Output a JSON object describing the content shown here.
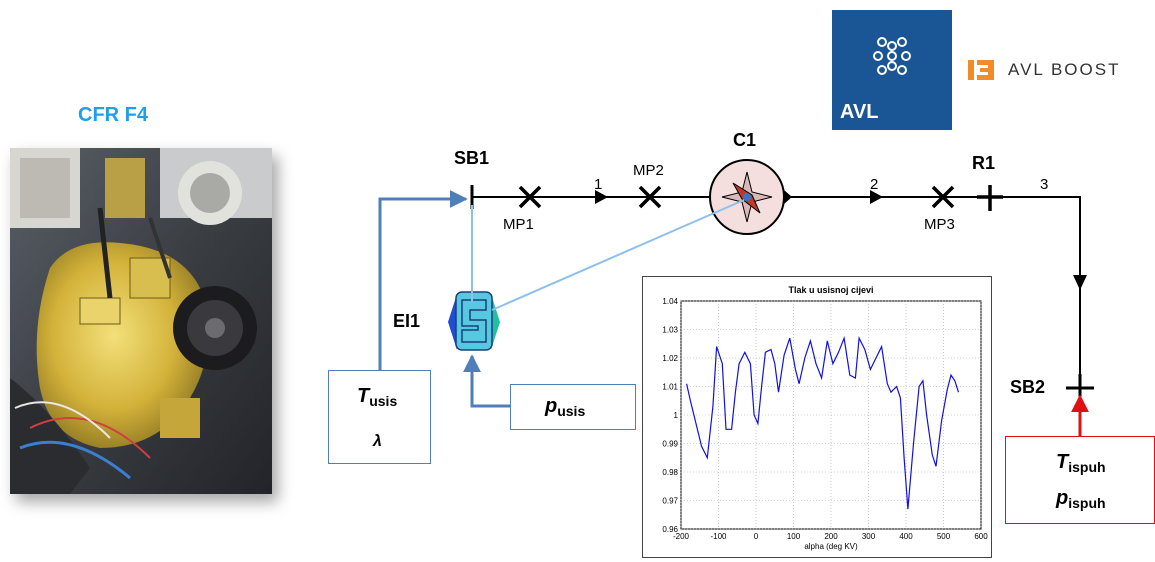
{
  "photo": {
    "title": "CFR F4"
  },
  "logos": {
    "avl": "AVL",
    "boost": "AVL BOOST"
  },
  "diagram": {
    "nodes": {
      "sb1": "SB1",
      "c1": "C1",
      "r1": "R1",
      "ei1": "EI1",
      "sb2": "SB2",
      "mp1": "MP1",
      "mp2": "MP2",
      "mp3": "MP3"
    },
    "pipes": {
      "p1": "1",
      "p2": "2",
      "p3": "3"
    },
    "inlet_box": {
      "t_main": "T",
      "t_sub": "usis",
      "lambda": "λ"
    },
    "pressure_box": {
      "p_main": "p",
      "p_sub": "usis"
    },
    "exhaust_box": {
      "t_main": "T",
      "t_sub": "ispuh",
      "p_main": "p",
      "p_sub": "ispuh"
    }
  },
  "chart_data": {
    "type": "line",
    "title": "Tlak u usisnoj cijevi",
    "xlabel": "alpha (deg KV)",
    "ylabel": "",
    "xlim": [
      -200,
      600
    ],
    "ylim": [
      0.96,
      1.04
    ],
    "xticks": [
      "-200",
      "-100",
      "0",
      "100",
      "200",
      "300",
      "400",
      "500",
      "600"
    ],
    "yticks": [
      "0.96",
      "0.97",
      "0.98",
      "0.99",
      "1",
      "1.01",
      "1.02",
      "1.03",
      "1.04"
    ],
    "grid": true,
    "series": [
      {
        "color": "#1111dd",
        "x": [
          -185,
          -175,
          -160,
          -145,
          -130,
          -115,
          -105,
          -90,
          -80,
          -65,
          -55,
          -45,
          -30,
          -15,
          -5,
          5,
          15,
          25,
          40,
          50,
          60,
          75,
          90,
          105,
          115,
          130,
          145,
          160,
          175,
          190,
          205,
          220,
          235,
          250,
          265,
          275,
          290,
          305,
          320,
          335,
          350,
          360,
          375,
          385,
          395,
          405,
          420,
          435,
          445,
          455,
          470,
          480,
          495,
          510,
          520,
          530,
          540
        ],
        "y": [
          1.011,
          1.005,
          0.997,
          0.989,
          0.985,
          1.003,
          1.024,
          1.018,
          0.995,
          0.995,
          1.008,
          1.018,
          1.022,
          1.018,
          1.0,
          0.997,
          1.01,
          1.022,
          1.023,
          1.018,
          1.008,
          1.021,
          1.027,
          1.016,
          1.011,
          1.02,
          1.026,
          1.018,
          1.013,
          1.026,
          1.018,
          1.022,
          1.027,
          1.014,
          1.013,
          1.027,
          1.023,
          1.016,
          1.02,
          1.024,
          1.011,
          1.008,
          1.01,
          1.006,
          0.985,
          0.967,
          0.99,
          1.01,
          1.012,
          1.0,
          0.986,
          0.982,
          0.998,
          1.009,
          1.014,
          1.012,
          1.008
        ]
      }
    ]
  },
  "colors": {
    "photo_title": "#1ea0e6",
    "avl_blue": "#1a5596",
    "boost_orange": "#f28c28",
    "link_blue": "#4f7fb8",
    "link_light": "#8ec0ee",
    "exhaust_red": "#e01010",
    "plot_line": "#1111dd"
  }
}
